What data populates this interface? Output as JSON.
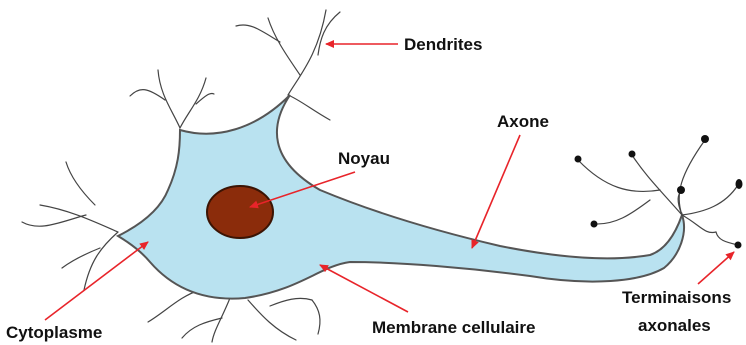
{
  "colors": {
    "cytoplasm": "#b9e2f0",
    "outline": "#555555",
    "nucleus": "#8b2c0b",
    "nucleus_edge": "#3b1404",
    "arrow": "#e8242a",
    "terminal": "#111111"
  },
  "labels": {
    "dendrites": "Dendrites",
    "noyau": "Noyau",
    "axone": "Axone",
    "cytoplasme": "Cytoplasme",
    "membrane": "Membrane cellulaire",
    "terminaisons_line1": "Terminaisons",
    "terminaisons_line2": "axonales"
  }
}
